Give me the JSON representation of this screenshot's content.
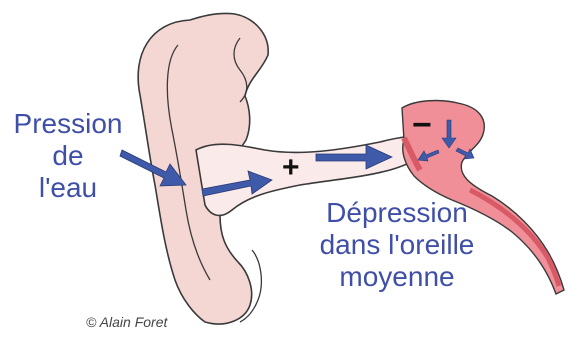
{
  "labels": {
    "pression": "Pression de l'eau",
    "depression_line1": "Dépression",
    "depression_line2": "dans l'oreille",
    "depression_line3": "moyenne",
    "credit": "© Alain Foret",
    "plus_sign": "+",
    "minus_sign": "−"
  },
  "colors": {
    "ear_fill": "#f4d6d3",
    "outline": "#3a3a3a",
    "canal_fill": "#fbeaea",
    "middle_ear_fill": "#f08f98",
    "middle_ear_dark": "#d85a67",
    "arrow_fill": "#3e5aa8",
    "label_text": "#3f4fa8"
  }
}
